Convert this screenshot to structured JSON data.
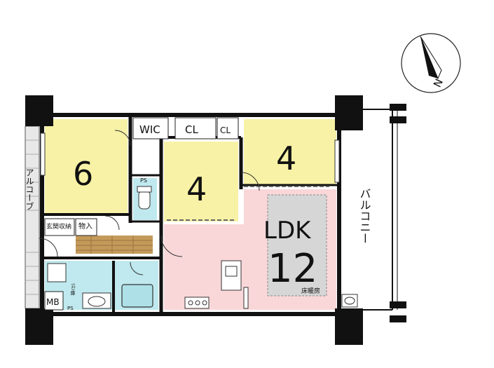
{
  "rooms": {
    "western_6": {
      "label": "6"
    },
    "western_4_mid": {
      "label": "4"
    },
    "western_4_right": {
      "label": "4"
    },
    "ldk_label": "LDK",
    "ldk_size": "12"
  },
  "storage": {
    "wic": "WIC",
    "cl_1": "CL",
    "cl_2": "CL",
    "ps": "PS",
    "entrance_storage": "玄関収納",
    "storeroom": "物入",
    "mb": "MB",
    "ps_small": "PS"
  },
  "features": {
    "floor_heating": "床暖房",
    "alcove": "アルコーブ",
    "balcony": "バルコニー",
    "compass_letter": "N",
    "small_label": "ﾘﾈﾝ庫"
  },
  "colors": {
    "western_room": "#f7f2a6",
    "ldk": "#f9d7d9",
    "water_area": "#bfe9ee",
    "floor_heating": "#d6d6d6",
    "entrance": "#c49a5a",
    "wall": "#111111"
  }
}
